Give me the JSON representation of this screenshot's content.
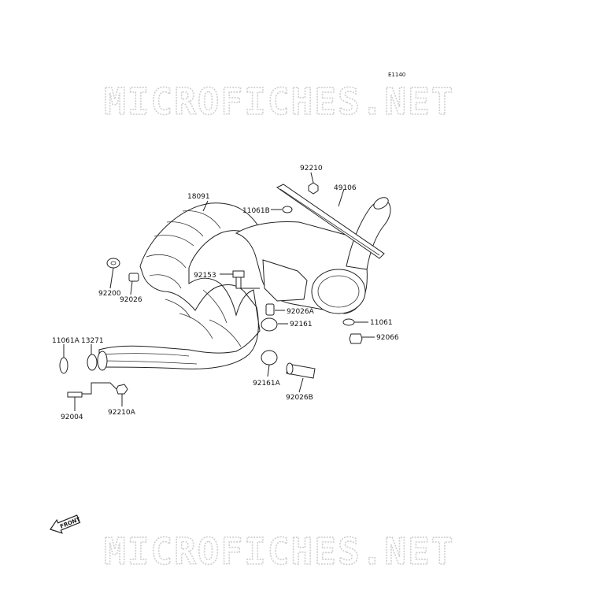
{
  "diagram": {
    "reference_code": "E1140",
    "watermark_text": "MICROFICHES.NET",
    "front_label": "FRONT",
    "labels": {
      "p92210": "92210",
      "p18091": "18091",
      "p11061B": "11061B",
      "p49106": "49106",
      "p92200": "92200",
      "p92026": "92026",
      "p92153": "92153",
      "p92026A": "92026A",
      "p92161": "92161",
      "p11061": "11061",
      "p92066": "92066",
      "p11061A": "11061A",
      "p13271": "13271",
      "p92161A": "92161A",
      "p92026B": "92026B",
      "p92004": "92004",
      "p92210A": "92210A"
    }
  }
}
